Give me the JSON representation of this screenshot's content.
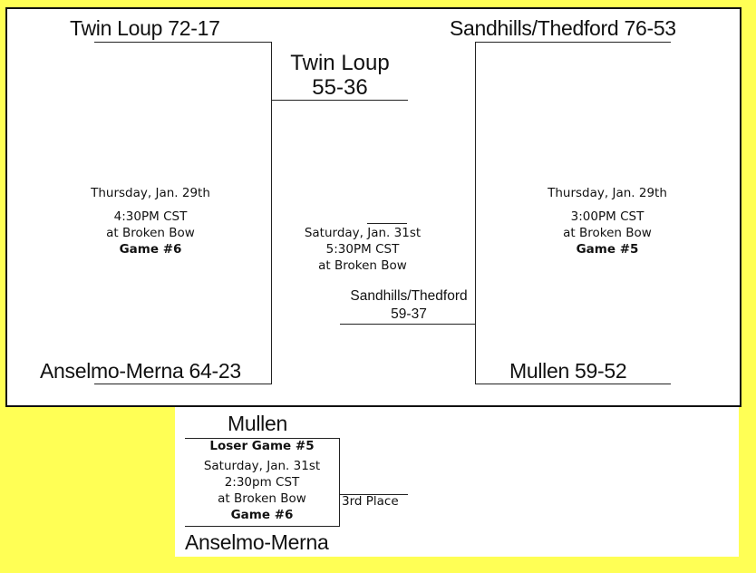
{
  "colors": {
    "background": "#ffff55",
    "panel": "#ffffff",
    "lines": "#222222"
  },
  "bracket": {
    "top_left_team": "Twin Loup 72-17",
    "bottom_left_team": "Anselmo-Merna 64-23",
    "top_right_team": "Sandhills/Thedford 76-53",
    "bottom_right_team": "Mullen 59-52",
    "left_game": {
      "date": "Thursday, Jan. 29th",
      "time": "4:30PM CST",
      "location": "at Broken Bow",
      "game": "Game #6"
    },
    "right_game": {
      "date": "Thursday, Jan. 29th",
      "time": "3:00PM CST",
      "location": "at Broken Bow",
      "game": "Game #5"
    },
    "final_winner": {
      "name": "Twin Loup",
      "score": "55-36"
    },
    "final_game": {
      "date": "Saturday, Jan. 31st",
      "time": "5:30PM CST",
      "location": "at Broken Bow"
    },
    "final_runner_up": {
      "name": "Sandhills/Thedford",
      "score": "59-37"
    }
  },
  "third_place": {
    "top_team": "Mullen",
    "top_note": "Loser Game #5",
    "date": "Saturday, Jan. 31st",
    "time": "2:30pm CST",
    "location": "at Broken Bow",
    "game": "Game #6",
    "bottom_team": "Anselmo-Merna",
    "label": "3rd Place"
  }
}
